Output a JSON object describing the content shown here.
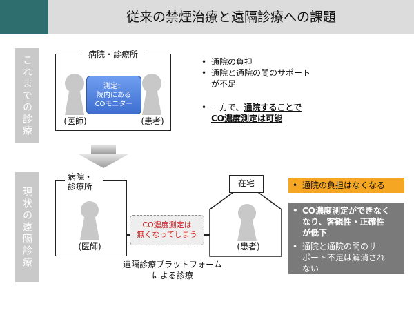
{
  "header": {
    "title": "従来の禁煙治療と遠隔診療への課題"
  },
  "sections": {
    "past_label": "これまでの診療",
    "current_label": "現状の遠隔診療"
  },
  "past": {
    "clinic_label": "病院・診療所",
    "doctor": "(医師)",
    "patient": "(患者)",
    "measure_line1": "測定：",
    "measure_line2": "院内にある",
    "measure_line3": "COモニター",
    "bullets": [
      "通院の負担",
      "通院と通院の間のサポート",
      "が不足"
    ],
    "note_prefix": "一方で、",
    "note_bold1": "通院することで",
    "note_bold2": "CO濃度測定は可能"
  },
  "current": {
    "clinic_label_line1": "病院・",
    "clinic_label_line2": "診療所",
    "home_label": "在宅",
    "doctor": "(医師)",
    "patient": "(患者)",
    "co_line1": "CO濃度測定は",
    "co_line2": "無くなってしまう",
    "platform_line1": "遠隔診療プラットフォーム",
    "platform_line2": "による診療",
    "orange_item": "通院の負担はなくなる",
    "grey_bold_line1": "CO濃度測定ができなく",
    "grey_bold_line2": "なり、客観性・正確性",
    "grey_bold_line3": "が低下",
    "grey_item_line1": "通院と通院の間のサ",
    "grey_item_line2": "ポート不足は解消され",
    "grey_item_line3": "ない"
  },
  "colors": {
    "accent": "#2f6e6e",
    "orange": "#f5a623",
    "grey_panel": "#7a7a7a",
    "blue_bubble": "#4a7ee0",
    "red_text": "#d02020"
  }
}
